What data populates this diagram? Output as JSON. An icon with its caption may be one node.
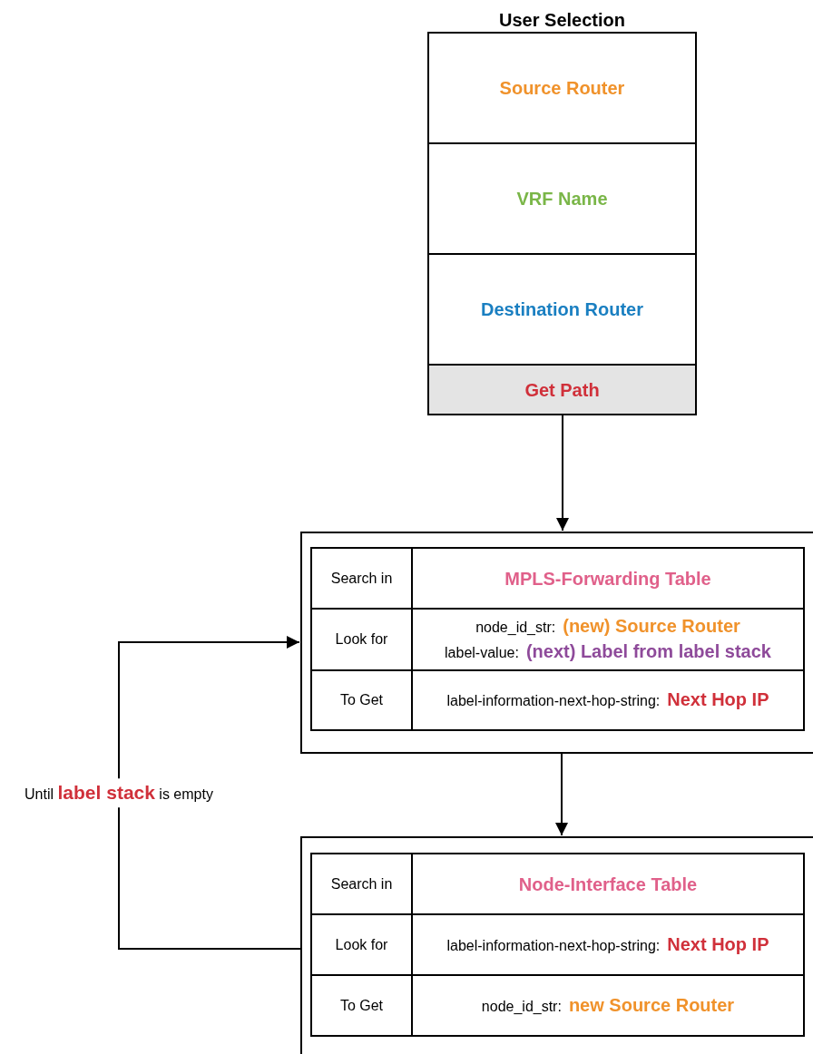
{
  "diagram": {
    "nodes": [
      {
        "text": [
          "User Selection"
        ]
      },
      {
        "text": [
          "Source Router"
        ],
        "in": 0
      },
      {
        "text": [
          "VRF Name"
        ],
        "in": 0
      },
      {
        "text": [
          "Destination Router"
        ],
        "in": 0
      },
      {
        "text": [
          "Get Path"
        ],
        "in": 0
      },
      {
        "text": [],
        "shape": "box"
      },
      {
        "text": [
          "Search in"
        ],
        "in": 5
      },
      {
        "text": [
          "MPLS-Forwarding Table"
        ],
        "in": 5
      },
      {
        "text": [
          "Look for"
        ],
        "in": 5
      },
      {
        "text": [
          "node_id_str:",
          "(new) Source Router",
          "label-value:",
          "(next) Label from label stack"
        ],
        "in": 5
      },
      {
        "text": [
          "To Get"
        ],
        "in": 5
      },
      {
        "text": [
          "label-information-next-hop-string:",
          "Next Hop IP"
        ],
        "in": 5
      },
      {
        "text": [],
        "shape": "box"
      },
      {
        "text": [
          "Search in"
        ],
        "in": 12
      },
      {
        "text": [
          "Node-Interface Table"
        ],
        "in": 12
      },
      {
        "text": [
          "Look for"
        ],
        "in": 12
      },
      {
        "text": [
          "label-information-next-hop-string:",
          "Next Hop IP"
        ],
        "in": 12
      },
      {
        "text": [
          "To Get"
        ],
        "in": 12
      },
      {
        "text": [
          "node_id_str:",
          "new Source Router"
        ],
        "in": 12
      }
    ],
    "edges": [
      {
        "from": 4,
        "to": 5,
        "arrow": "to"
      },
      {
        "from": 5,
        "to": 12,
        "arrow": "to"
      },
      {
        "from": 12,
        "to": 5,
        "arrow": "to",
        "label": "Until **label stack** is empty"
      }
    ]
  }
}
